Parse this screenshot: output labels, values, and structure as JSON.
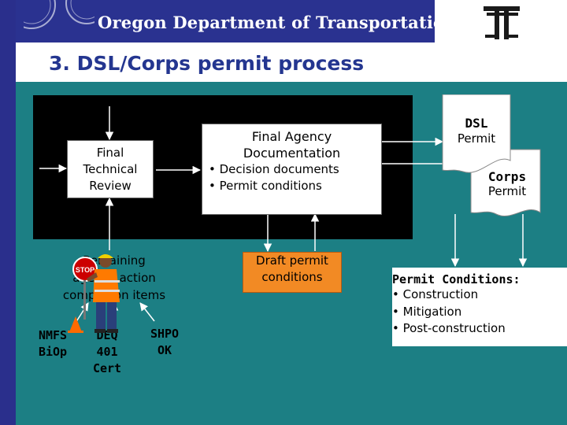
{
  "header": {
    "agency_name": "Oregon Department of Transportation",
    "logo_icon": "odot-logo-icon",
    "seal_icon": "state-seal-icon"
  },
  "title": "3. DSL/Corps permit process",
  "nodes": {
    "final_technical_review": [
      "Final",
      "Technical",
      "Review"
    ],
    "final_agency_documentation": {
      "heading": [
        "Final Agency",
        "Documentation"
      ],
      "bullets": [
        "Decision documents",
        "Permit conditions"
      ]
    },
    "dsl_permit": {
      "title": "DSL",
      "subtitle": "Permit"
    },
    "corps_permit": {
      "title": "Corps",
      "subtitle": "Permit"
    },
    "draft_permit_conditions": [
      "Draft permit",
      "conditions"
    ],
    "pending_items": [
      "Remaining",
      "agency action",
      "completion items"
    ],
    "nmfs": [
      "NMFS",
      "BiOp"
    ],
    "deq": [
      "DEQ",
      "401",
      "Cert"
    ],
    "shpo": [
      "SHPO",
      "OK"
    ],
    "permit_conditions": {
      "heading": "Permit Conditions:",
      "bullets": [
        "Construction",
        "Mitigation",
        "Post-construction"
      ]
    }
  },
  "colors": {
    "background": "#1c7f84",
    "header": "#2a3290",
    "title": "#243690",
    "draft": "#f28a24"
  },
  "worker_sign": "STOP"
}
